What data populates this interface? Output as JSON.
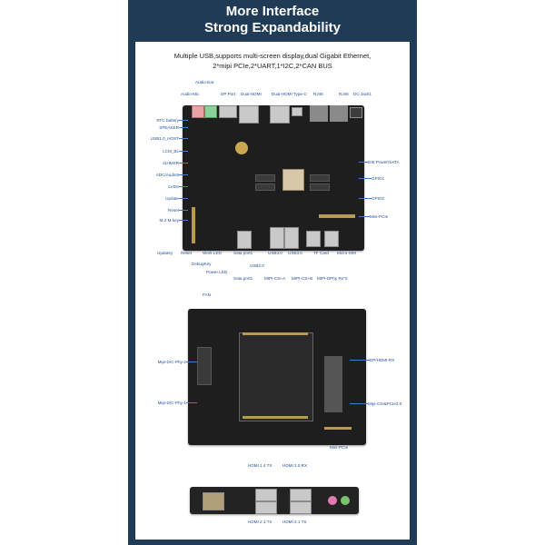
{
  "header": {
    "title": "More Interface",
    "subtitle": "Strong Expandability"
  },
  "intro": {
    "line1": "Multiple USB,supports multi-screen display,dual Gigabit Ethernet,",
    "line2": "2*mipi PCIe,2*UART,1*I2C,2*CAN BUS"
  },
  "board1_labels": {
    "audio_mic": "Audio-Mic",
    "audio_ear": "Audio-Ear",
    "dp_port": "DP Port",
    "dual_hdmi_1": "Dual-HDMI",
    "dual_hdmi_2": "Dual-HDMI",
    "type_c": "Type-C",
    "rj45_1": "RJ45",
    "rj45_2": "RJ45",
    "dc_jack": "DC Jack1",
    "rtc_battery": "RTC battery",
    "speaker": "SPEAKER",
    "usb_host": "USB1.0_HOST",
    "lcm_bl": "LCM_BL",
    "j1hmsr": "J1HMSR",
    "adc_audio": "ADC/Audio5",
    "lvds": "LVDS",
    "update_left": "Update",
    "reset_left": "Reset",
    "m2_key": "M.2 M-key",
    "ide_power": "IDE Power/SATA",
    "gpio1": "GPIO1",
    "gpio2": "GPIO2",
    "mini_pcie": "Mini-PCIe",
    "updatey": "Updatey",
    "reset_bottom": "Reset",
    "work_led": "Work LED",
    "debug_key": "DebugKey",
    "power_led": "Power LED",
    "sata_port_1": "Sata port1",
    "sata_port_2": "Sata port1",
    "usb2_0": "USB2.0",
    "usb3_0_a": "USB3.0",
    "usb3_0_b": "USB3.0",
    "tf_card": "TF Card",
    "micro_sim": "Micro-SIM",
    "mipi_csi_a": "MIPI-CSI-A",
    "mipi_csi_b": "MIPI-CSI-B",
    "mipi_dphy": "MIPI-DPhy Rx*2"
  },
  "board2_labels": {
    "fan": "FAN",
    "mipi_dphy_2": "Mipi-D/C-Phy-2",
    "mipi_dphy_1": "Mipi-D/C-Phy-1",
    "dp_hdmi_rx": "DP/HDMI-RX",
    "mipi_csi_pcie": "Mipi-CSI&PCIe3.0",
    "mini_pcie": "Mini-PCIe"
  },
  "board3_labels": {
    "hdmi14_tx": "HDMI 1.4 TX",
    "hdmi20_rx": "HDMI 2.0 RX",
    "hdmi21_tx_a": "HDMI 2.1 TX",
    "hdmi21_tx_b": "HDMI 2.1 TX"
  },
  "colors": {
    "frame": "#1f3b55",
    "label": "#1f4e9a",
    "board": "#1e1e1e"
  }
}
